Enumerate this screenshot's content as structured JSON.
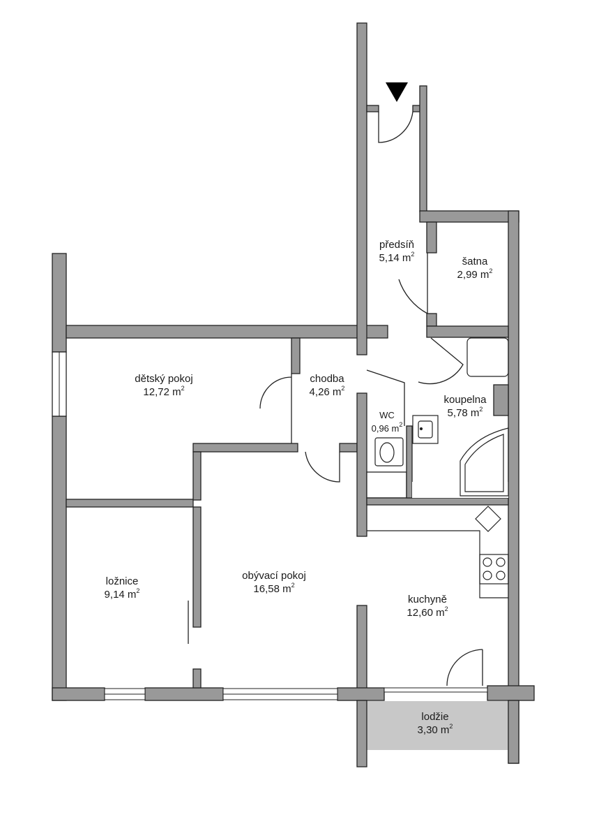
{
  "unit": "m",
  "unit_power": "2",
  "rooms": [
    {
      "name": "předsíň",
      "area": "5,14"
    },
    {
      "name": "šatna",
      "area": "2,99"
    },
    {
      "name": "dětský pokoj",
      "area": "12,72"
    },
    {
      "name": "chodba",
      "area": "4,26"
    },
    {
      "name": "WC",
      "area": "0,96"
    },
    {
      "name": "koupelna",
      "area": "5,78"
    },
    {
      "name": "ložnice",
      "area": "9,14"
    },
    {
      "name": "obývací pokoj",
      "area": "16,58"
    },
    {
      "name": "kuchyně",
      "area": "12,60"
    },
    {
      "name": "lodžie",
      "area": "3,30"
    }
  ],
  "colors": {
    "wall": "#999999",
    "outline": "#222222",
    "loggia": "#c8c8c8",
    "fixture": "#9a9a9a"
  },
  "icons": {
    "entrance": "entrance-arrow-icon"
  }
}
